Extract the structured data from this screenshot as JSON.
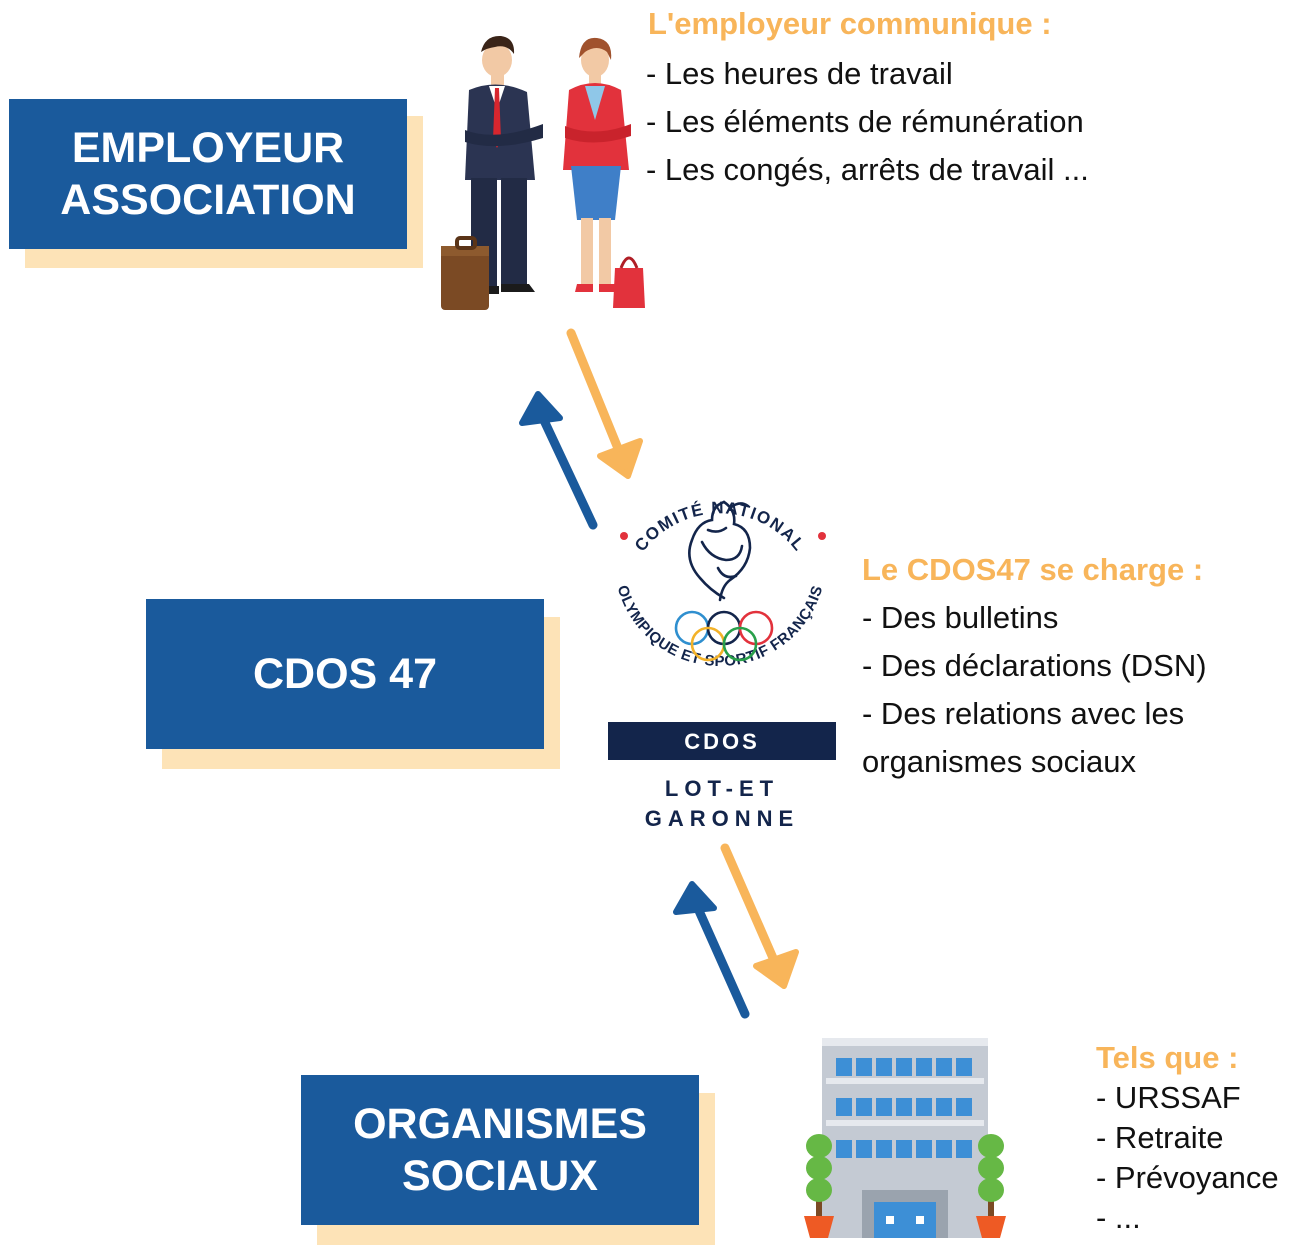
{
  "employer": {
    "box_line1": "EMPLOYEUR",
    "box_line2": "ASSOCIATION",
    "heading": "L'employeur communique :",
    "items": [
      "- Les heures de travail",
      "- Les éléments de rémunération",
      "- Les congés, arrêts de travail ..."
    ]
  },
  "cdos": {
    "box_label": "CDOS 47",
    "heading": "Le CDOS47 se charge :",
    "items": [
      "- Des bulletins",
      "- Des déclarations (DSN)",
      "- Des relations avec les",
      "organismes sociaux"
    ]
  },
  "logo": {
    "ring_top": "COMITÉ NATIONAL",
    "ring_bottom": "OLYMPIQUE ET SPORTIF FRANÇAIS",
    "bar_label": "CDOS",
    "sub_line1": "LOT-ET",
    "sub_line2": "GARONNE"
  },
  "organismes": {
    "box_line1": "ORGANISMES",
    "box_line2": "SOCIAUX",
    "heading": "Tels que :",
    "items": [
      "- URSSAF",
      "- Retraite",
      "- Prévoyance",
      "- ..."
    ]
  },
  "colors": {
    "box_blue": "#1a5a9c",
    "shadow_cream": "#fde3b7",
    "heading_orange": "#f8b55a",
    "arrow_blue": "#1a5a9c",
    "arrow_orange": "#f8b55a",
    "logo_navy": "#13254b"
  },
  "icons": [
    "business-people-icon",
    "office-building-icon",
    "rooster-icon",
    "olympic-rings-icon"
  ]
}
